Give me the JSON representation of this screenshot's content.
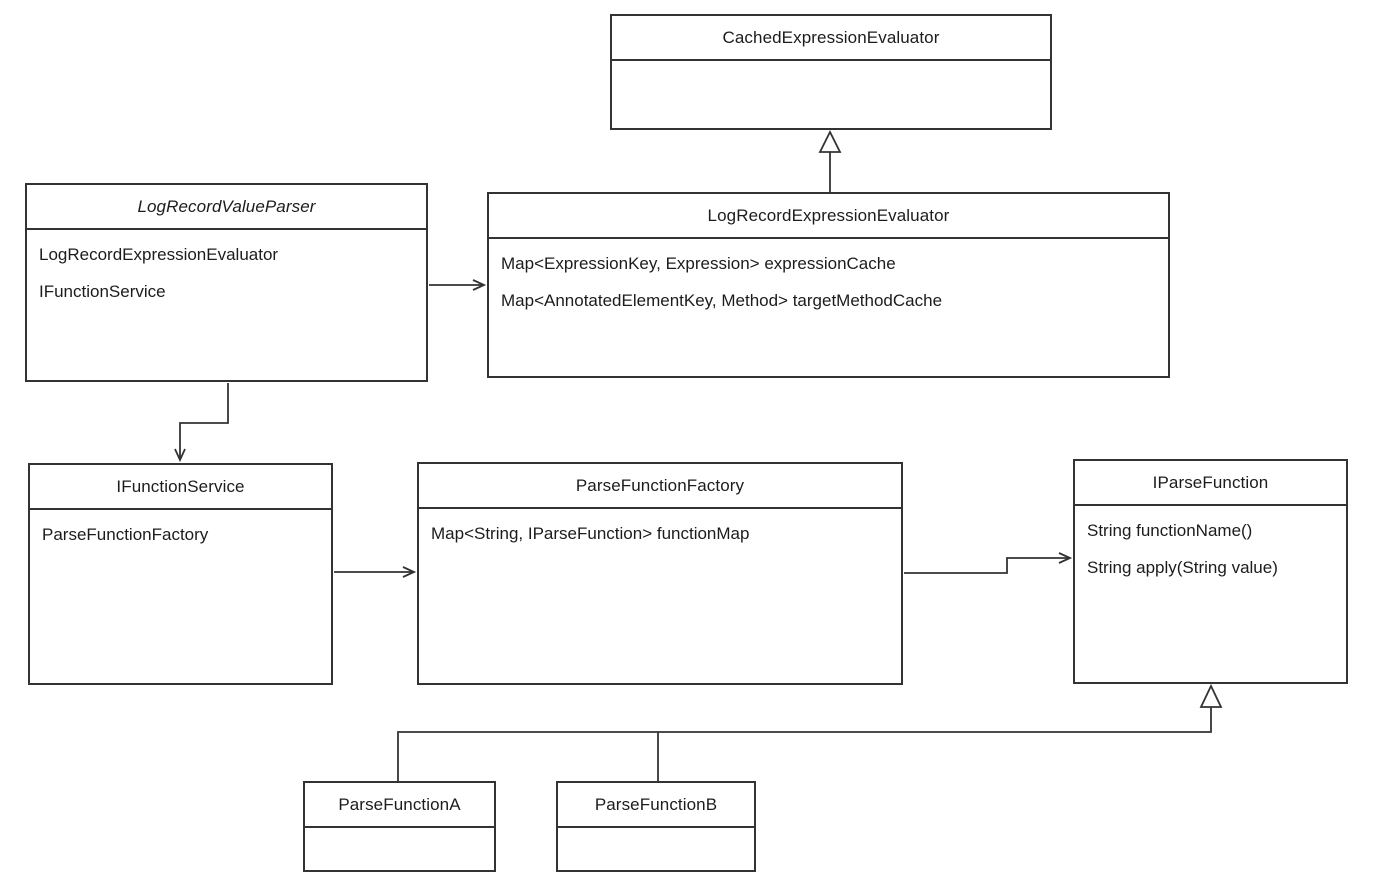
{
  "diagram": {
    "type": "uml-class-diagram",
    "background_color": "#ffffff",
    "stroke_color": "#333333",
    "text_color": "#1c1c1c"
  },
  "classes": [
    {
      "name": "CachedExpressionEvaluator",
      "abstract": false,
      "members": []
    },
    {
      "name": "LogRecordValueParser",
      "abstract": true,
      "members": [
        "LogRecordExpressionEvaluator",
        "IFunctionService"
      ]
    },
    {
      "name": "LogRecordExpressionEvaluator",
      "abstract": false,
      "members": [
        "Map<ExpressionKey, Expression> expressionCache",
        "Map<AnnotatedElementKey, Method> targetMethodCache"
      ]
    },
    {
      "name": "IFunctionService",
      "abstract": false,
      "members": [
        "ParseFunctionFactory"
      ]
    },
    {
      "name": "ParseFunctionFactory",
      "abstract": false,
      "members": [
        "Map<String, IParseFunction> functionMap"
      ]
    },
    {
      "name": "IParseFunction",
      "abstract": false,
      "members": [
        "String functionName()",
        "String apply(String value)"
      ]
    },
    {
      "name": "ParseFunctionA",
      "abstract": false,
      "members": []
    },
    {
      "name": "ParseFunctionB",
      "abstract": false,
      "members": []
    }
  ],
  "relationships": [
    {
      "from": "LogRecordExpressionEvaluator",
      "to": "CachedExpressionEvaluator",
      "type": "generalization",
      "arrowhead": "hollow-triangle"
    },
    {
      "from": "LogRecordValueParser",
      "to": "LogRecordExpressionEvaluator",
      "type": "association",
      "arrowhead": "open"
    },
    {
      "from": "LogRecordValueParser",
      "to": "IFunctionService",
      "type": "association",
      "arrowhead": "open"
    },
    {
      "from": "IFunctionService",
      "to": "ParseFunctionFactory",
      "type": "association",
      "arrowhead": "open"
    },
    {
      "from": "ParseFunctionFactory",
      "to": "IParseFunction",
      "type": "association",
      "arrowhead": "open"
    },
    {
      "from": "ParseFunctionA",
      "to": "IParseFunction",
      "type": "generalization",
      "arrowhead": "hollow-triangle"
    },
    {
      "from": "ParseFunctionB",
      "to": "IParseFunction",
      "type": "generalization",
      "arrowhead": "hollow-triangle"
    }
  ]
}
